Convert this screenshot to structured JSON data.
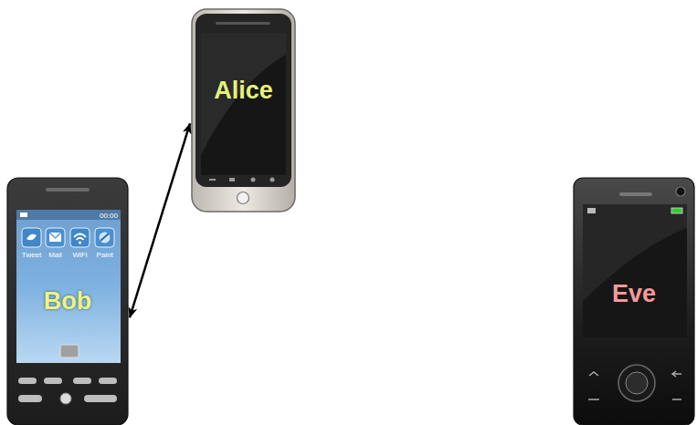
{
  "diagram": {
    "nodes": [
      {
        "text": [
          "Alice"
        ]
      },
      {
        "text": [
          "Bob"
        ]
      },
      {
        "text": [
          "Eve"
        ]
      }
    ],
    "edges": [
      {
        "from": 1,
        "to": 0,
        "arrow": "both"
      }
    ],
    "labels": [
      "00:00",
      "Tweet",
      "Mail",
      "WiFi",
      "Paint"
    ]
  }
}
